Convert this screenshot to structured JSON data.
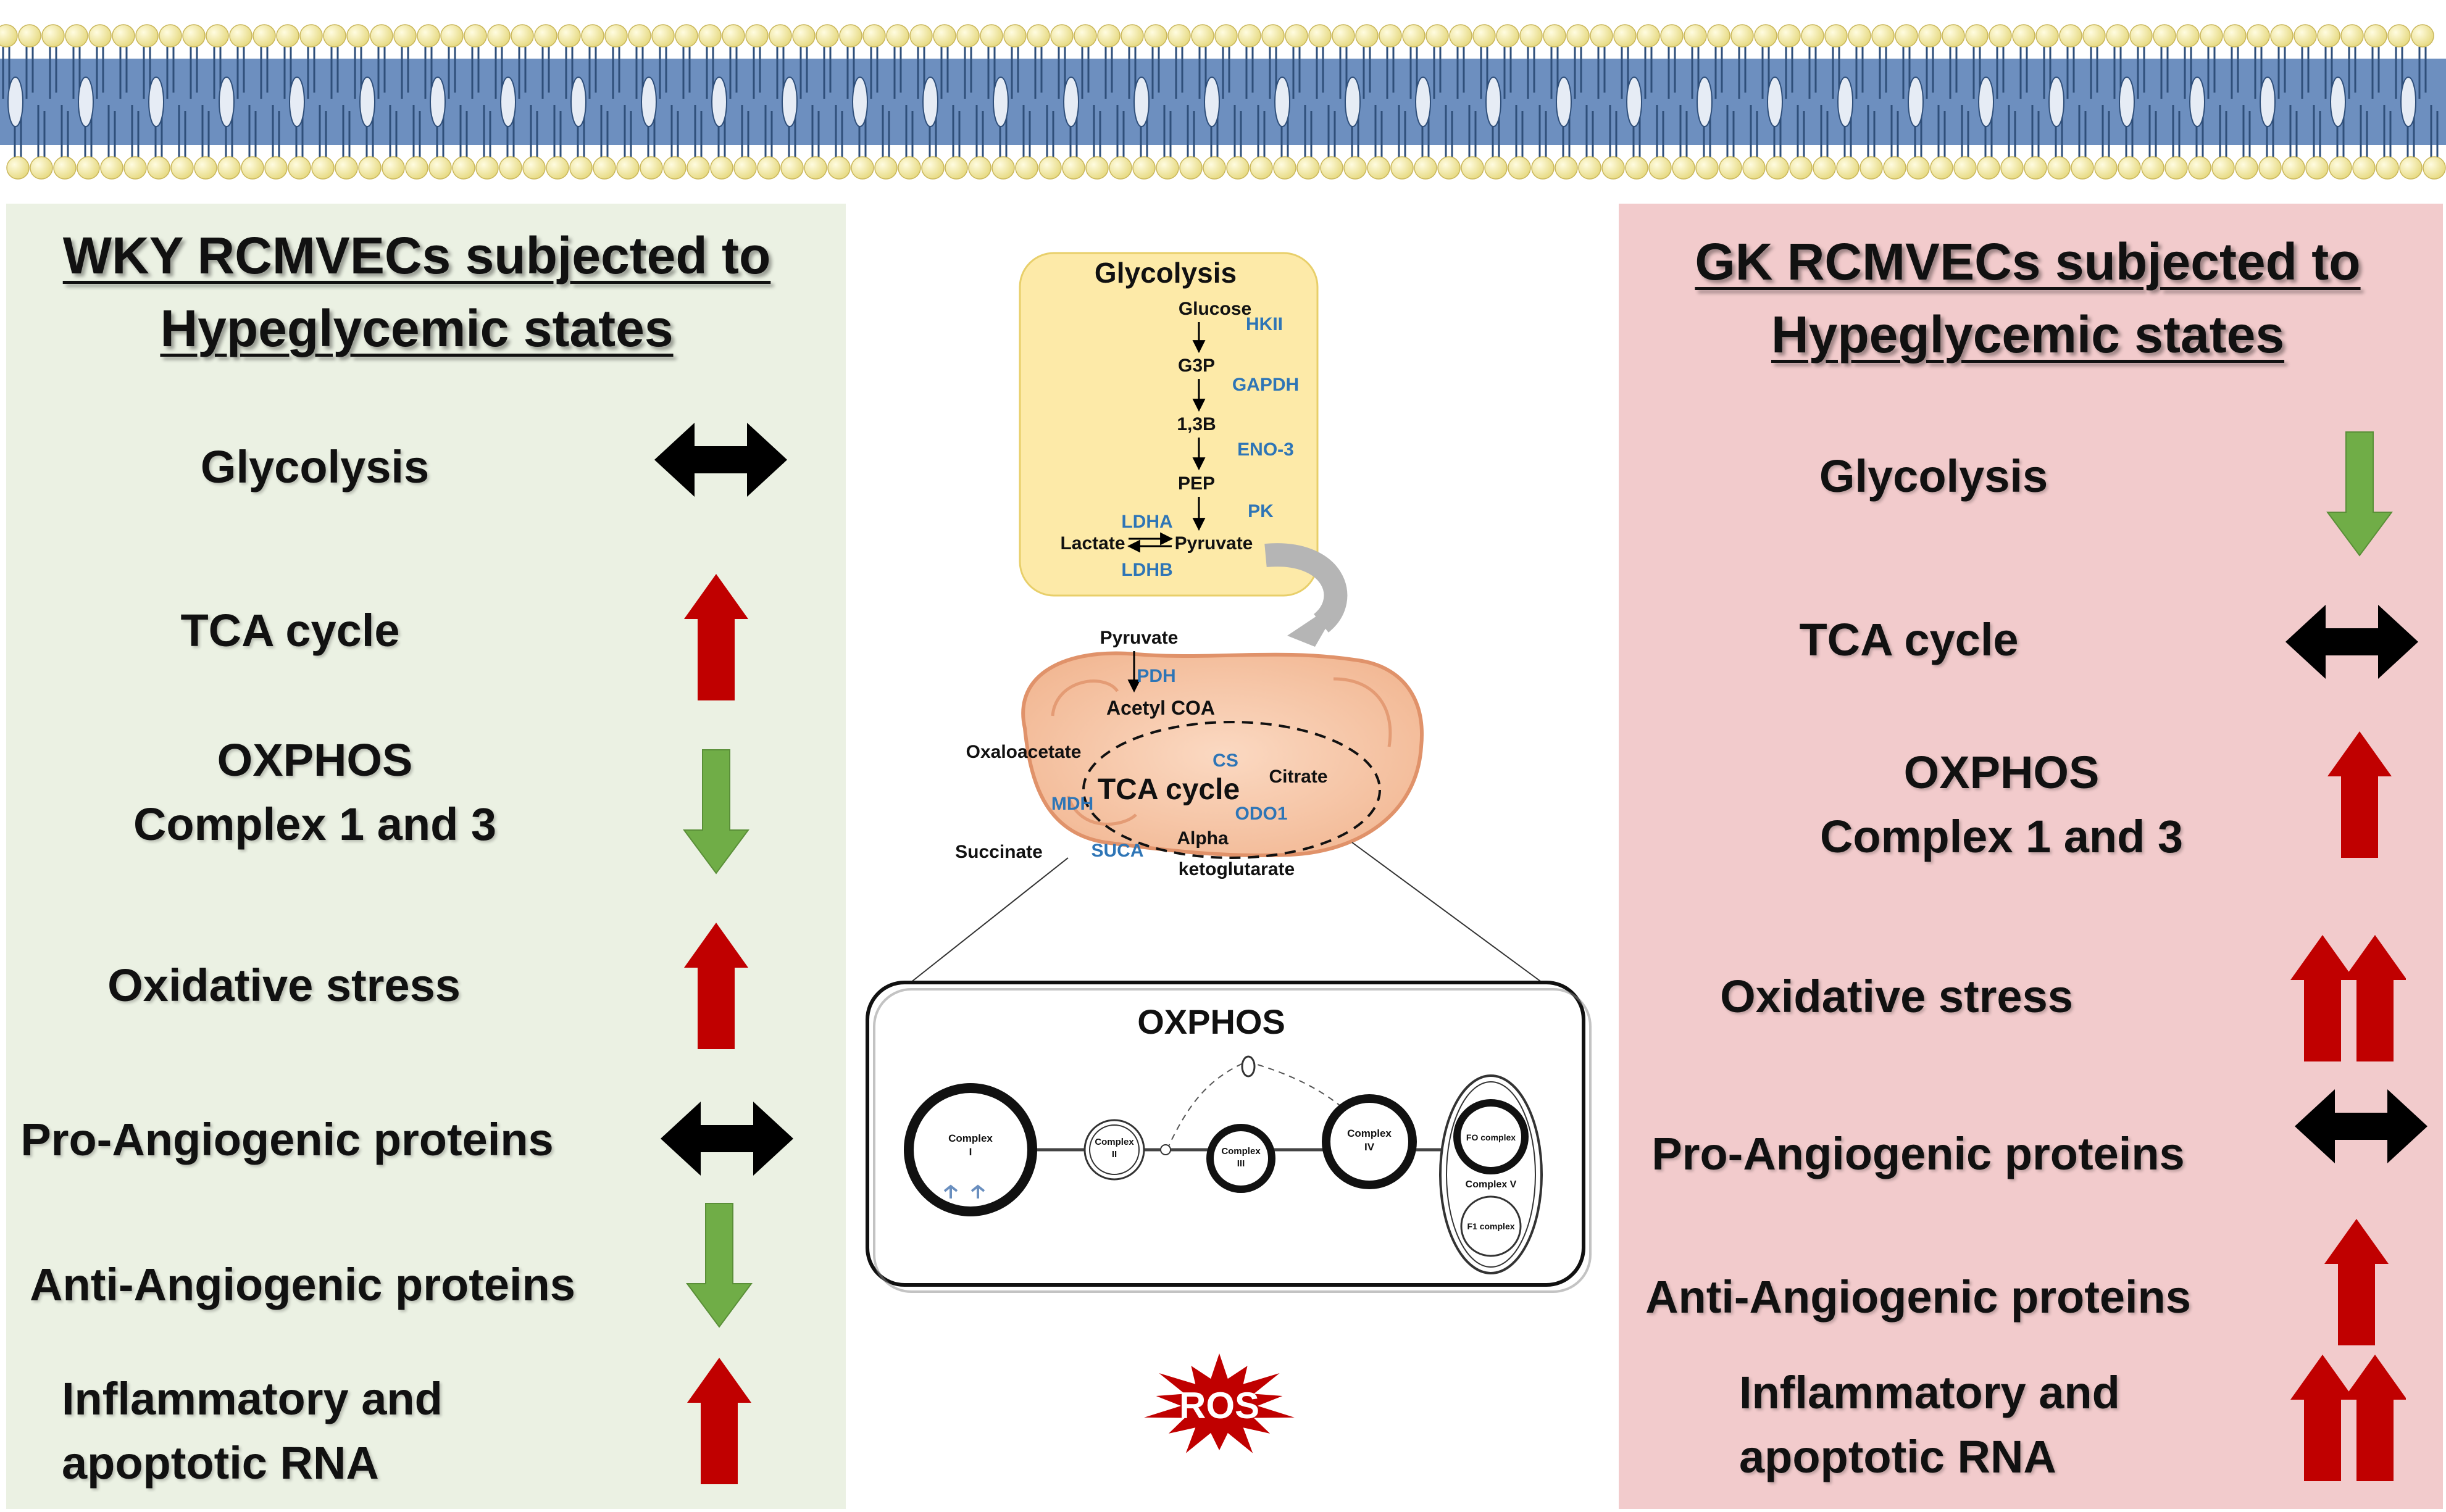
{
  "left_panel": {
    "title": "WKY RCMVECs subjected to Hypeglycemic states",
    "rows": [
      {
        "label": "Glycolysis",
        "indicator": "no-change"
      },
      {
        "label": "TCA cycle",
        "indicator": "increase"
      },
      {
        "label": "OXPHOS\nComplex 1 and 3",
        "indicator": "decrease"
      },
      {
        "label": "Oxidative stress",
        "indicator": "increase"
      },
      {
        "label": "Pro-Angiogenic proteins",
        "indicator": "no-change"
      },
      {
        "label": "Anti-Angiogenic proteins",
        "indicator": "decrease"
      },
      {
        "label": "Inflammatory and\napoptotic RNA",
        "indicator": "increase"
      }
    ]
  },
  "right_panel": {
    "title": "GK RCMVECs subjected to Hypeglycemic states",
    "rows": [
      {
        "label": "Glycolysis",
        "indicator": "decrease"
      },
      {
        "label": "TCA cycle",
        "indicator": "no-change"
      },
      {
        "label": "OXPHOS\nComplex 1 and 3",
        "indicator": "increase"
      },
      {
        "label": "Oxidative stress",
        "indicator": "strong-increase"
      },
      {
        "label": "Pro-Angiogenic proteins",
        "indicator": "no-change"
      },
      {
        "label": "Anti-Angiogenic proteins",
        "indicator": "increase"
      },
      {
        "label": "Inflammatory and\napoptotic RNA",
        "indicator": "strong-increase"
      }
    ]
  },
  "glycolysis": {
    "title": "Glycolysis",
    "metabolites": [
      "Glucose",
      "G3P",
      "1,3B",
      "PEP",
      "Pyruvate",
      "Lactate"
    ],
    "enzymes": [
      "HKII",
      "GAPDH",
      "ENO-3",
      "PK",
      "LDHA",
      "LDHB"
    ]
  },
  "tca": {
    "title": "TCA cycle",
    "metabolites": [
      "Pyruvate",
      "Acetyl COA",
      "Oxaloacetate",
      "Citrate",
      "Succinate",
      "Alpha",
      "ketoglutarate"
    ],
    "enzymes": [
      "PDH",
      "CS",
      "MDH",
      "ODO1",
      "SUCA"
    ]
  },
  "oxphos": {
    "title": "OXPHOS",
    "complexes": [
      "Complex\nI",
      "Complex\nII",
      "Complex\nIII",
      "Complex\nIV",
      "Complex V"
    ],
    "complex_v_parts": [
      "FO complex",
      "F1 complex"
    ]
  },
  "ros_label": "ROS",
  "colors": {
    "increase": "#c00000",
    "decrease": "#70ad47",
    "no-change": "#000000",
    "enzyme": "#2e75b6",
    "glycolysis_box": "#fdeaa8",
    "mitochondrion": "#f8cbad",
    "left_panel": "#ebf1e3",
    "right_panel": "#f2cbcc",
    "ros": "#c00000"
  }
}
